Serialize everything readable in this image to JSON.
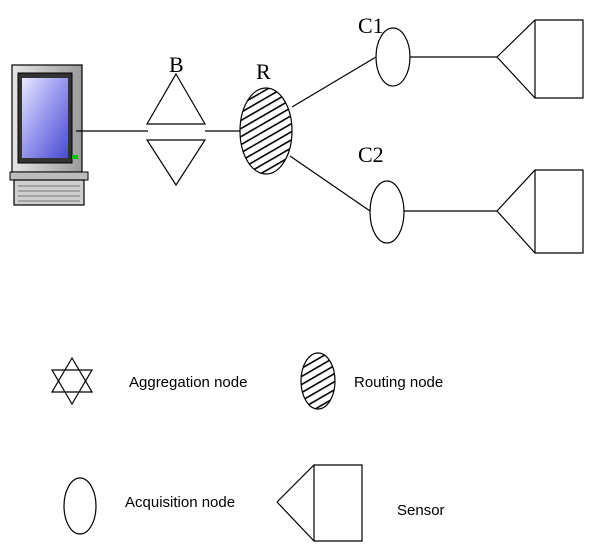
{
  "nodes": {
    "aggregation": {
      "label": "B"
    },
    "routing": {
      "label": "R"
    },
    "acquisition_1": {
      "label": "C1"
    },
    "acquisition_2": {
      "label": "C2"
    }
  },
  "legend": {
    "aggregation_node": "Aggregation node",
    "routing_node": "Routing node",
    "acquisition_node": "Acquisition node",
    "sensor": "Sensor"
  },
  "colors": {
    "line": "#000000",
    "screen_blue": "#6a6ae6",
    "computer_body": "#c8c8c8",
    "power_led": "#00c000"
  }
}
